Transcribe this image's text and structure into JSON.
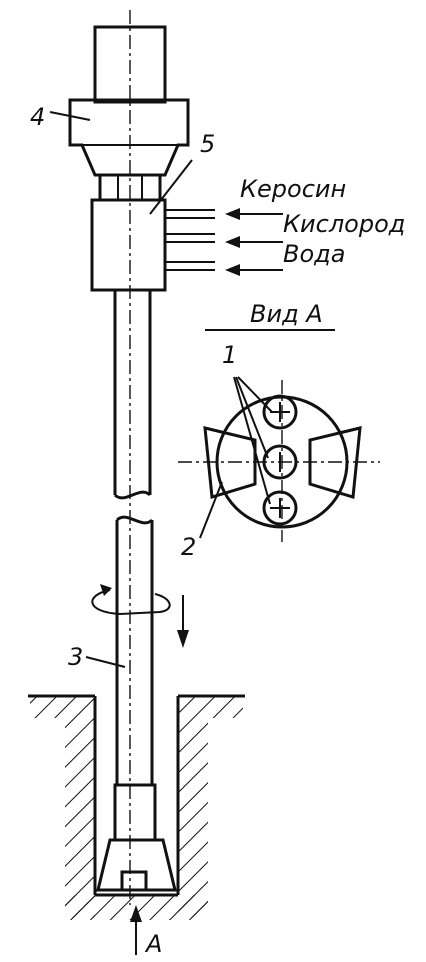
{
  "labels": {
    "part_4": "4",
    "part_5": "5",
    "part_3": "3",
    "part_1": "1",
    "part_2": "2",
    "kerosene": "Керосин",
    "oxygen": "Кислород",
    "water": "Вода",
    "view_title": "Вид А",
    "arrow_a": "А"
  },
  "colors": {
    "ink": "#111111",
    "paper": "#ffffff"
  }
}
